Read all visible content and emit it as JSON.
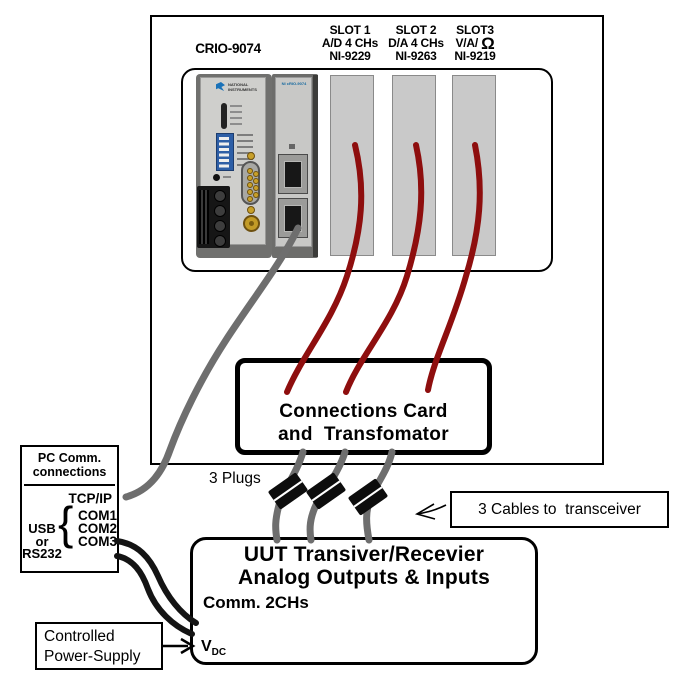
{
  "colors": {
    "cable_red": "#8e0e0e",
    "cable_gray": "#6e6e6e",
    "cable_black": "#141414",
    "slot_fill": "#c9c9c9",
    "dip_blue": "#2d5ea6",
    "ni_blue": "#15699f"
  },
  "crio_label": "CRIO-9074",
  "slots": [
    {
      "slot": "SLOT 1",
      "desc": "A/D 4 CHs",
      "part": "NI-9229"
    },
    {
      "slot": "SLOT 2",
      "desc": "D/A 4 CHs",
      "part": "NI-9263"
    },
    {
      "slot": "SLOT3",
      "desc": "V/A/",
      "omega": "Ω",
      "part": "NI-9219"
    }
  ],
  "device": {
    "brand_line1": "NATIONAL",
    "brand_line2": "INSTRUMENTS",
    "module_label": "NI cRIO-9074"
  },
  "connections_card": {
    "line1": "Connections Card",
    "line2": "and  Transfomator"
  },
  "plugs_label": "3 Plugs",
  "cables_note": "3 Cables to  transceiver",
  "pc_box": {
    "title_line1": "PC Comm.",
    "title_line2": "connections",
    "tcpip": "TCP/IP",
    "usb": "USB",
    "or": "or",
    "rs232": "RS232",
    "brace": "{",
    "com1": "COM1",
    "com2": "COM2",
    "com3": "COM3"
  },
  "uut": {
    "line1": "UUT Transiver/Recevier",
    "line2": "Analog Outputs & Inputs",
    "line3": "Comm. 2CHs",
    "vdc_label": "V",
    "vdc_sub": "DC"
  },
  "power_supply": {
    "line1": "Controlled",
    "line2": "Power-Supply"
  }
}
